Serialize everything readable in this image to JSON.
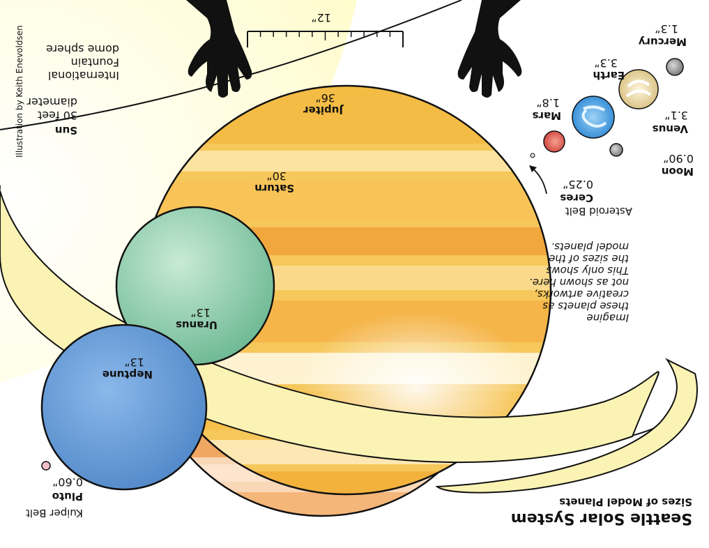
{
  "title": "Seattle Solar System",
  "subtitle": "Sizes of Model Planets",
  "credit": "Illustration by Keith Enevoldsen",
  "scale_label": "12”",
  "note_lines": [
    "Imagine",
    "these planets as",
    "creative artworks,",
    "not as shown here.",
    "This only shows",
    "the sizes of the",
    "model planets."
  ],
  "sun": {
    "name": "Sun",
    "size": "30 feet",
    "size2": "diameter",
    "desc": [
      "International",
      "Fountain",
      "dome sphere"
    ]
  },
  "asteroid_belt": "Asteroid Belt",
  "kuiper_belt": "Kuiper Belt",
  "bodies": [
    {
      "name": "Mercury",
      "size": "1.3”"
    },
    {
      "name": "Venus",
      "size": "3.1”"
    },
    {
      "name": "Earth",
      "size": "3.3”"
    },
    {
      "name": "Moon",
      "size": "0.90”"
    },
    {
      "name": "Mars",
      "size": "1.8”"
    },
    {
      "name": "Ceres",
      "size": "0.25”"
    },
    {
      "name": "Jupiter",
      "size": "36”"
    },
    {
      "name": "Saturn",
      "size": "30”"
    },
    {
      "name": "Uranus",
      "size": "13”"
    },
    {
      "name": "Neptune",
      "size": "13”"
    },
    {
      "name": "Pluto",
      "size": "0.60”"
    }
  ],
  "colors": {
    "sun": "#fff200",
    "jupiter": "#f0a860",
    "saturn": "#f3c048",
    "ring": "#fbf3b4",
    "uranus": "#8fd0ac",
    "neptune": "#5b95d2",
    "mars": "#e0564d",
    "earth": "#5aa8e4",
    "venus": "#e9d6a0",
    "grey": "#9a9a9a",
    "pluto": "#f4c0c8",
    "great_red_spot": "#e8504e"
  }
}
